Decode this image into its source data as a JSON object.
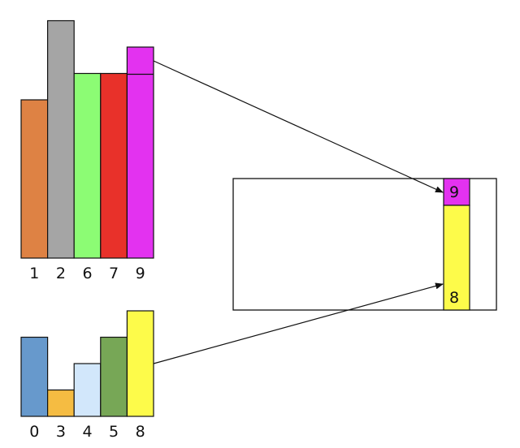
{
  "top_histogram": {
    "bars": [
      {
        "label": "1",
        "value": 6,
        "color": "#DE8244"
      },
      {
        "label": "2",
        "value": 9,
        "color": "#A5A5A5"
      },
      {
        "label": "6",
        "value": 7,
        "color": "#8CFC74"
      },
      {
        "label": "7",
        "value": 7,
        "color": "#E8312A"
      },
      {
        "label": "9",
        "value": 8,
        "color": "#E332F0"
      }
    ]
  },
  "bottom_histogram": {
    "bars": [
      {
        "label": "0",
        "value": 3,
        "color": "#6799CC"
      },
      {
        "label": "3",
        "value": 1,
        "color": "#F5BC42"
      },
      {
        "label": "4",
        "value": 2,
        "color": "#D2E7FB"
      },
      {
        "label": "5",
        "value": 3,
        "color": "#77A756"
      },
      {
        "label": "8",
        "value": 4,
        "color": "#FDFB4A"
      }
    ]
  },
  "merged_bar": {
    "top_segment": {
      "label": "9",
      "color": "#E332F0"
    },
    "bottom_segment": {
      "label": "8",
      "color": "#FDFB4A"
    }
  }
}
